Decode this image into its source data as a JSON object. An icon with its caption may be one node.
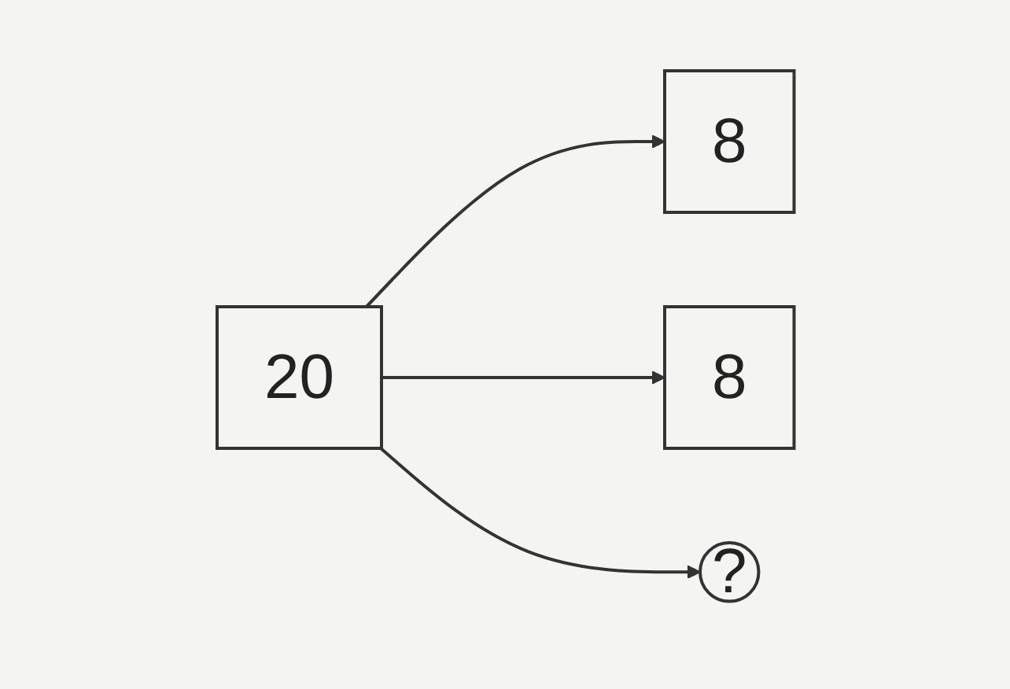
{
  "diagram": {
    "nodes": [
      {
        "text": [
          "20"
        ]
      },
      {
        "text": [
          "8"
        ]
      },
      {
        "text": [
          "8"
        ]
      },
      {
        "text": [
          "?"
        ]
      }
    ],
    "edges": [
      {
        "from": 0,
        "to": 1,
        "arrow": "to"
      },
      {
        "from": 0,
        "to": 2,
        "arrow": "to"
      },
      {
        "from": 0,
        "to": 3,
        "arrow": "to"
      }
    ]
  }
}
